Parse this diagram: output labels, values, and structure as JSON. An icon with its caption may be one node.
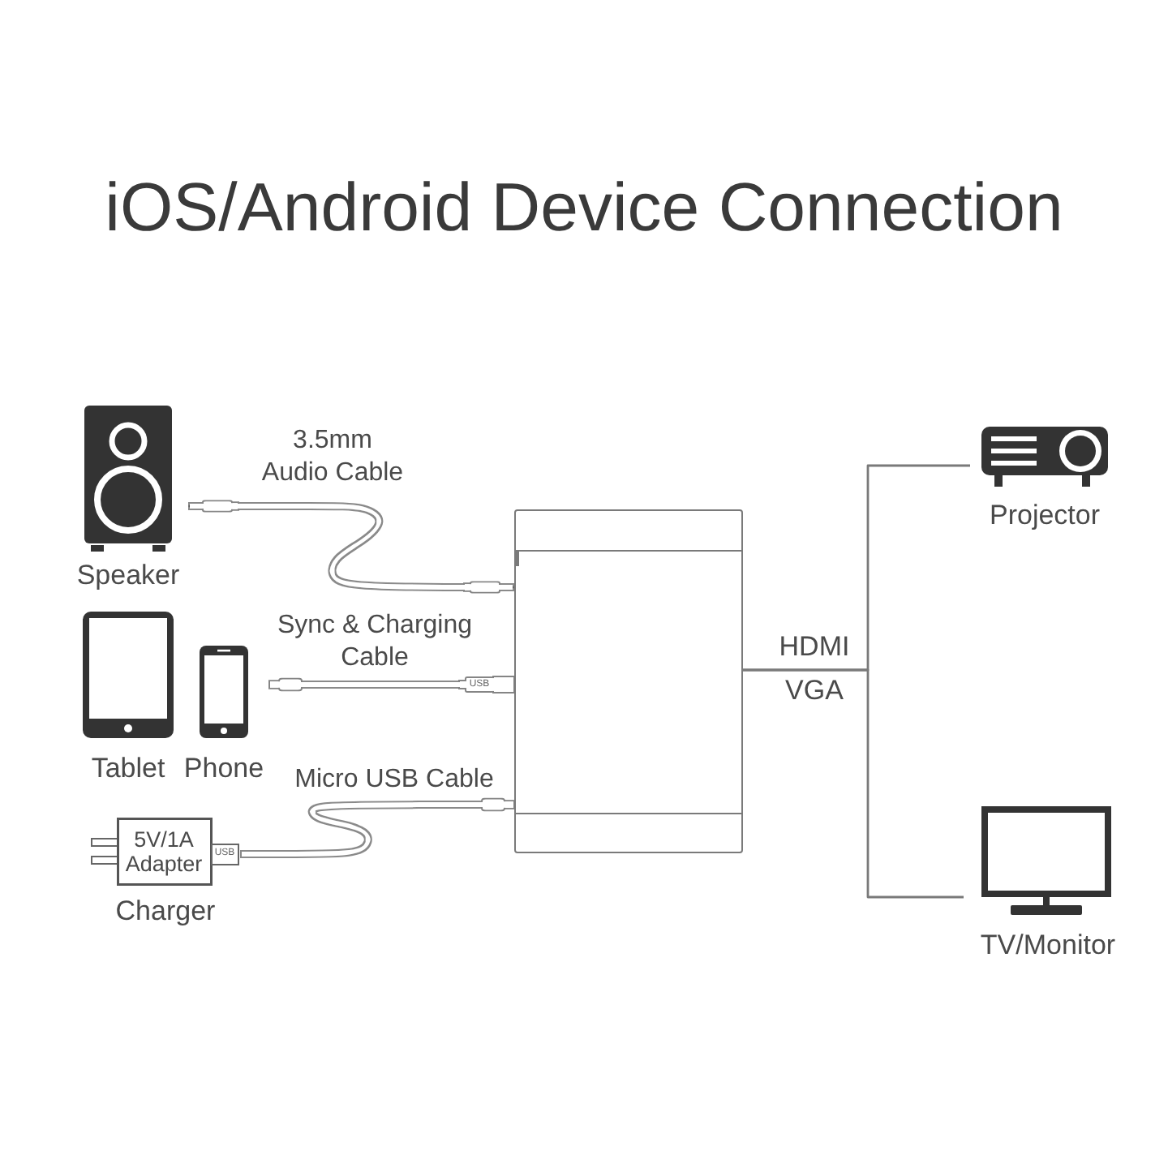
{
  "diagram": {
    "title": "iOS/Android Device Connection",
    "nodes": [
      {
        "text": [
          "Speaker"
        ]
      },
      {
        "text": [
          "Tablet"
        ]
      },
      {
        "text": [
          "Phone"
        ]
      },
      {
        "text": [
          "5V/1A Adapter",
          "USB"
        ],
        "beside": [
          "Charger"
        ]
      },
      {
        "text": [],
        "shape": "box"
      },
      {
        "text": [
          "Projector"
        ]
      },
      {
        "text": [
          "TV/Monitor"
        ]
      }
    ],
    "edges": [
      {
        "from": 0,
        "to": 4,
        "arrow": "other",
        "label": "3.5mm Audio Cable"
      },
      {
        "from": 2,
        "to": 4,
        "arrow": "other",
        "label": "Sync & Charging Cable"
      },
      {
        "from": 3,
        "to": 4,
        "arrow": "other",
        "label": "Micro USB Cable"
      },
      {
        "from": 4,
        "to": 5,
        "arrow": "none"
      },
      {
        "from": 4,
        "to": 6,
        "arrow": "none"
      }
    ],
    "labels": [
      "HDMI",
      "VGA",
      "USB"
    ]
  }
}
